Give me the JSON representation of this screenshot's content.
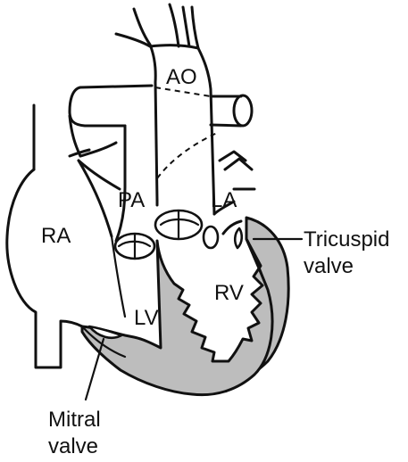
{
  "labels": {
    "ao": "AO",
    "pa": "PA",
    "la": "LA",
    "ra": "RA",
    "rv": "RV",
    "lv": "LV",
    "tricuspid_line1": "Tricuspid",
    "tricuspid_line2": "valve",
    "mitral_line1": "Mitral",
    "mitral_line2": "valve"
  },
  "colors": {
    "line": "#111111",
    "background": "#ffffff",
    "ventricle_wall": "#bdbdbd"
  }
}
